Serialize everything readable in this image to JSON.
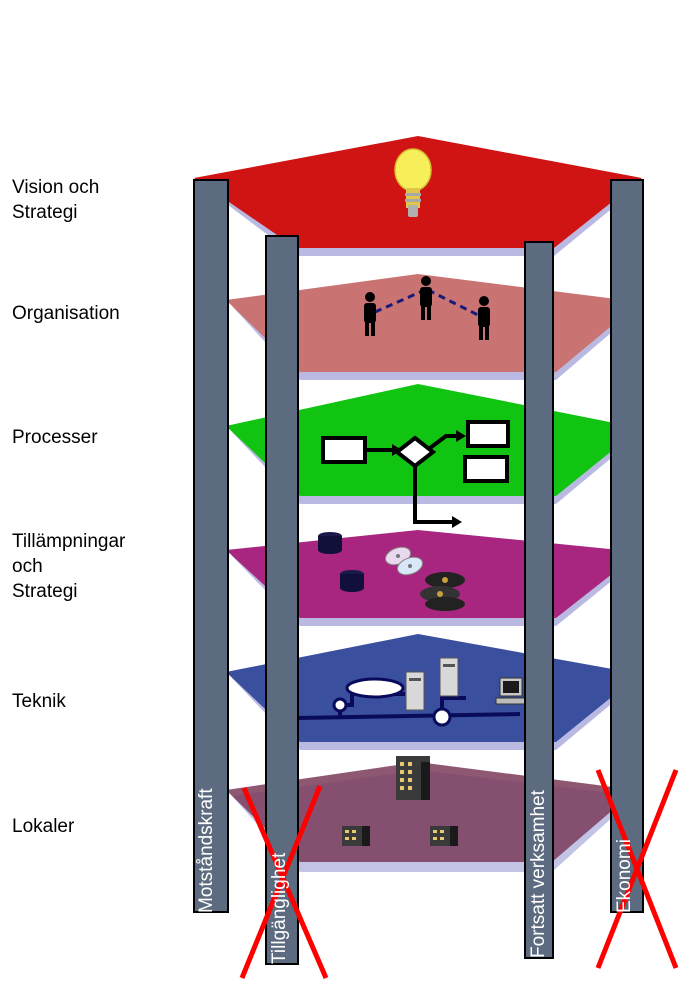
{
  "layers": [
    {
      "lines": [
        "Vision och",
        "Strategi"
      ],
      "color": "#d01414",
      "icon": "lightbulb-icon"
    },
    {
      "lines": [
        "Organisation"
      ],
      "color": "#c97373",
      "icon": "people-icon"
    },
    {
      "lines": [
        "Processer"
      ],
      "color": "#12c412",
      "icon": "flowchart-icon"
    },
    {
      "lines": [
        "Tillämpningar",
        "och",
        "Strategi"
      ],
      "color": "#a8267f",
      "icon": "data-storage-icon"
    },
    {
      "lines": [
        "Teknik"
      ],
      "color": "#3a4f9e",
      "icon": "network-icon"
    },
    {
      "lines": [
        "Lokaler"
      ],
      "color": "#7a3b5a",
      "icon": "buildings-icon"
    }
  ],
  "pillars": [
    {
      "label": "Motståndskraft",
      "crossed": false
    },
    {
      "label": "Tillgänglighet",
      "crossed": true
    },
    {
      "label": "Fortsatt verksamhet",
      "crossed": false
    },
    {
      "label": "Ekonomi",
      "crossed": true
    }
  ],
  "colors": {
    "pillar": "#5c6b7f",
    "cross": "#ff0000"
  }
}
